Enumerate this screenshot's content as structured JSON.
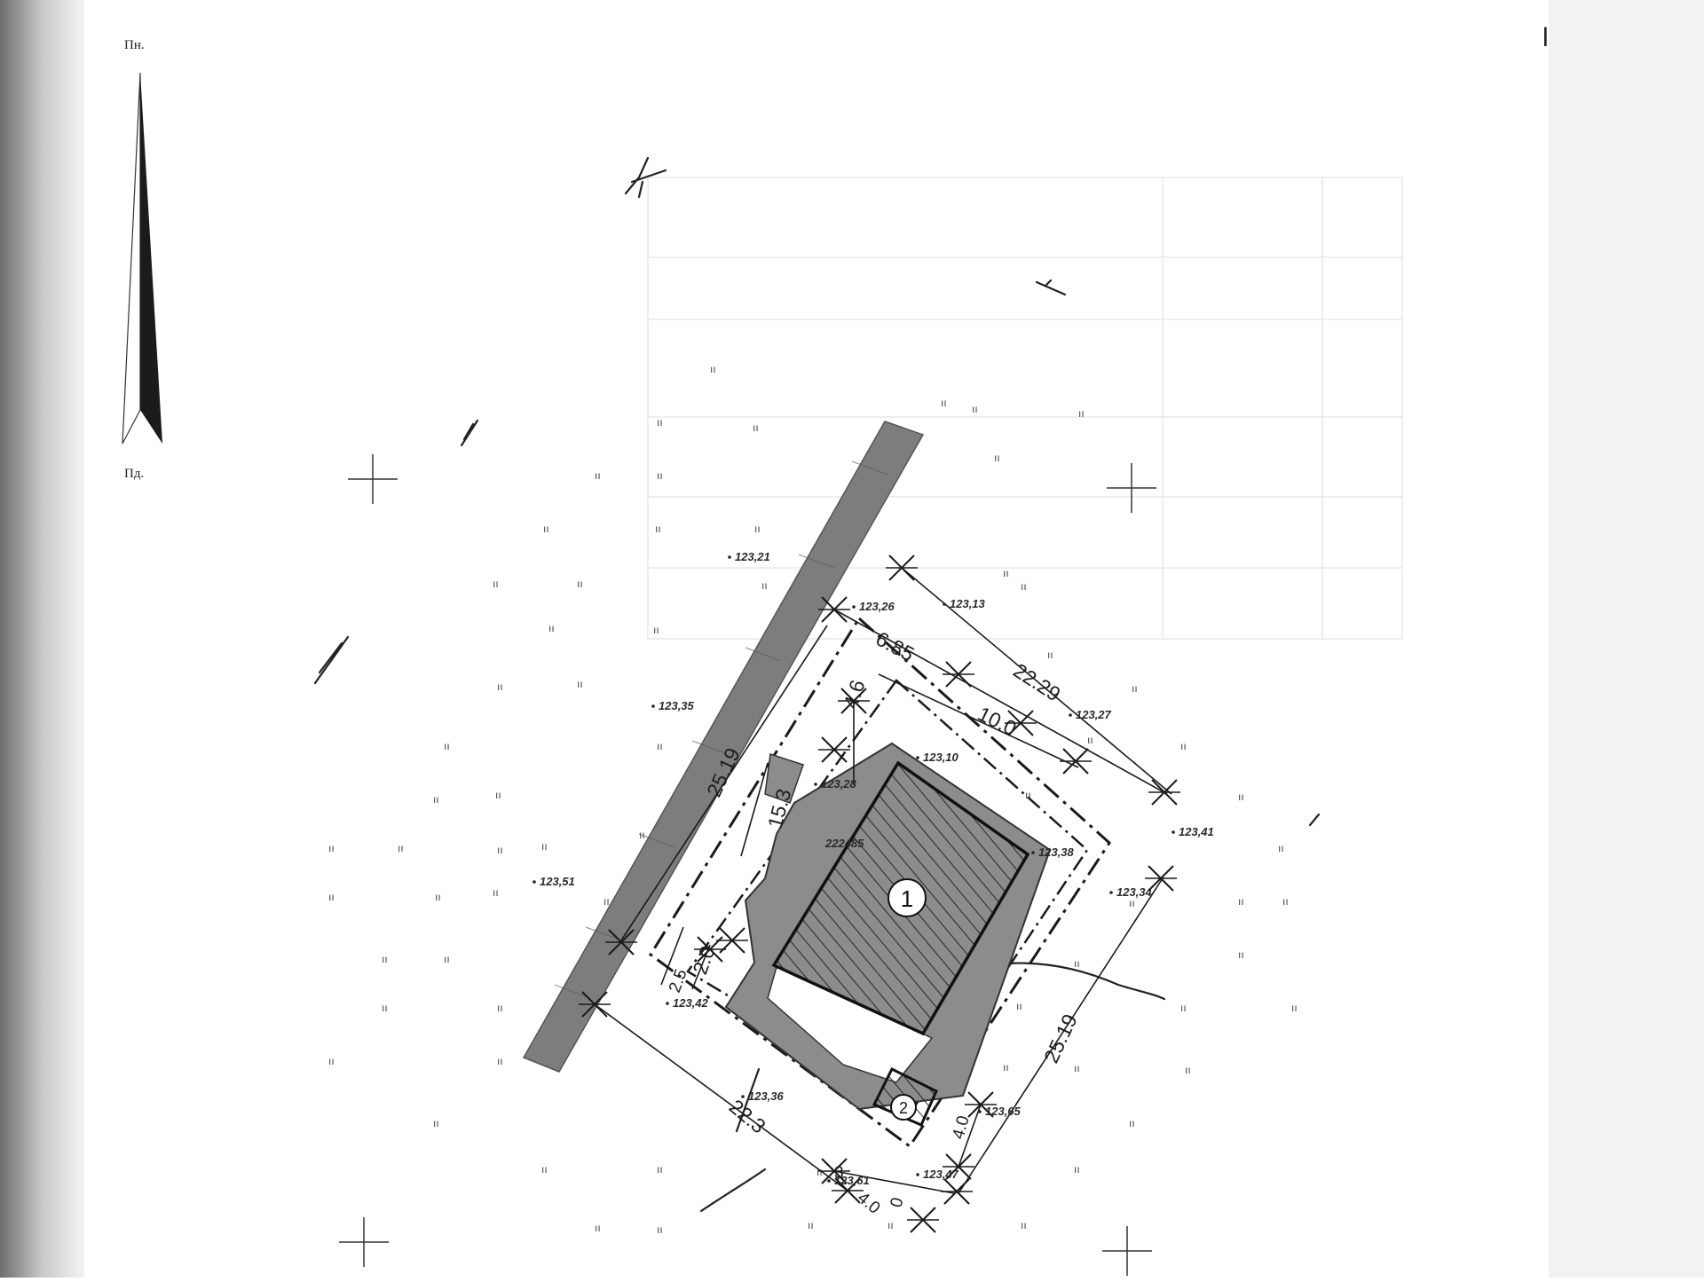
{
  "north_arrow": {
    "top_label": "Пн.",
    "bottom_label": "Пд."
  },
  "corner_mark": "l",
  "buildings": [
    {
      "number": "1"
    },
    {
      "number": "2"
    }
  ],
  "dimensions": [
    "6.85",
    "22.29",
    "10.0",
    "4.6",
    "25.19",
    "15.3",
    "25.19",
    "22.3",
    "2.0",
    "2.5",
    "4.0",
    "4.0",
    "3",
    "0"
  ],
  "elevations": [
    "123,21",
    "123,26",
    "123,13",
    "123,27",
    "123,35",
    "123,10",
    "123,28",
    "123,41",
    "123,38",
    "123,34",
    "123,51",
    "123,42",
    "123,36",
    "123,65",
    "123,61",
    "123,47"
  ],
  "stray_labels": [
    "222485"
  ],
  "ground_mark": "ıı",
  "colors": {
    "background": "#ffffff",
    "line": "#1a1a1a",
    "fence": "#7a7a7a",
    "walls": "#8c8c8c"
  }
}
